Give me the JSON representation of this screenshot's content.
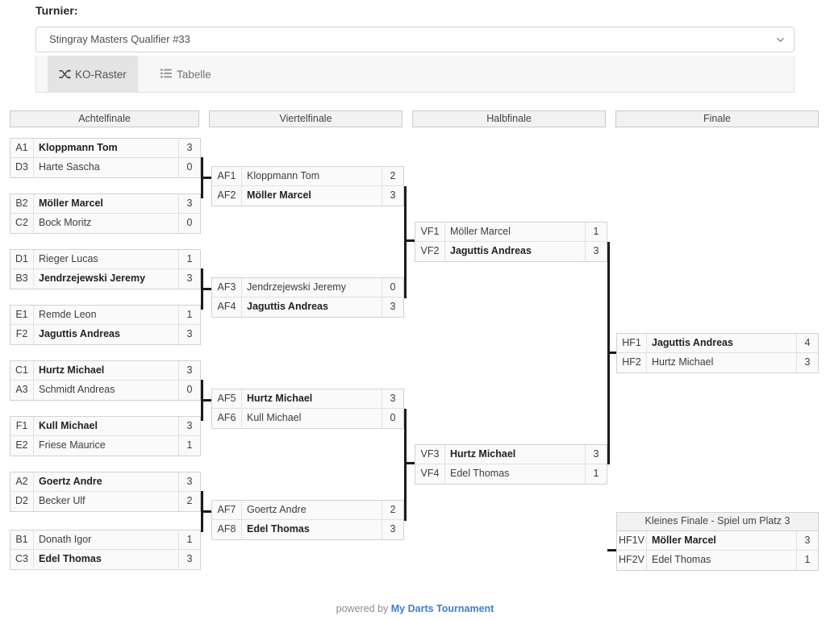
{
  "header": {
    "label": "Turnier:",
    "selected_tournament": "Stingray Masters Qualifier #33",
    "caret_icon": "chevron-down-icon"
  },
  "tabs": [
    {
      "label": "KO-Raster",
      "icon": "shuffle-icon",
      "active": true
    },
    {
      "label": "Tabelle",
      "icon": "list-icon",
      "active": false
    }
  ],
  "rounds": [
    {
      "title": "Achtelfinale"
    },
    {
      "title": "Viertelfinale"
    },
    {
      "title": "Halbfinale"
    },
    {
      "title": "Finale"
    }
  ],
  "third_place": {
    "caption": "Kleines Finale - Spiel um Platz 3"
  },
  "bracket_data": {
    "round_of_16": [
      {
        "top": {
          "seed": "A1",
          "name": "Kloppmann Tom",
          "score": "3",
          "winner": true
        },
        "bottom": {
          "seed": "D3",
          "name": "Harte Sascha",
          "score": "0",
          "winner": false
        }
      },
      {
        "top": {
          "seed": "B2",
          "name": "Möller Marcel",
          "score": "3",
          "winner": true
        },
        "bottom": {
          "seed": "C2",
          "name": "Bock Moritz",
          "score": "0",
          "winner": false
        }
      },
      {
        "top": {
          "seed": "D1",
          "name": "Rieger Lucas",
          "score": "1",
          "winner": false
        },
        "bottom": {
          "seed": "B3",
          "name": "Jendrzejewski Jeremy",
          "score": "3",
          "winner": true
        }
      },
      {
        "top": {
          "seed": "E1",
          "name": "Remde Leon",
          "score": "1",
          "winner": false
        },
        "bottom": {
          "seed": "F2",
          "name": "Jaguttis Andreas",
          "score": "3",
          "winner": true
        }
      },
      {
        "top": {
          "seed": "C1",
          "name": "Hurtz Michael",
          "score": "3",
          "winner": true
        },
        "bottom": {
          "seed": "A3",
          "name": "Schmidt Andreas",
          "score": "0",
          "winner": false
        }
      },
      {
        "top": {
          "seed": "F1",
          "name": "Kull Michael",
          "score": "3",
          "winner": true
        },
        "bottom": {
          "seed": "E2",
          "name": "Friese Maurice",
          "score": "1",
          "winner": false
        }
      },
      {
        "top": {
          "seed": "A2",
          "name": "Goertz Andre",
          "score": "3",
          "winner": true
        },
        "bottom": {
          "seed": "D2",
          "name": "Becker Ulf",
          "score": "2",
          "winner": false
        }
      },
      {
        "top": {
          "seed": "B1",
          "name": "Donath Igor",
          "score": "1",
          "winner": false
        },
        "bottom": {
          "seed": "C3",
          "name": "Edel Thomas",
          "score": "3",
          "winner": true
        }
      }
    ],
    "quarter_finals": [
      {
        "top": {
          "seed": "AF1",
          "name": "Kloppmann Tom",
          "score": "2",
          "winner": false
        },
        "bottom": {
          "seed": "AF2",
          "name": "Möller Marcel",
          "score": "3",
          "winner": true
        }
      },
      {
        "top": {
          "seed": "AF3",
          "name": "Jendrzejewski Jeremy",
          "score": "0",
          "winner": false
        },
        "bottom": {
          "seed": "AF4",
          "name": "Jaguttis Andreas",
          "score": "3",
          "winner": true
        }
      },
      {
        "top": {
          "seed": "AF5",
          "name": "Hurtz Michael",
          "score": "3",
          "winner": true
        },
        "bottom": {
          "seed": "AF6",
          "name": "Kull Michael",
          "score": "0",
          "winner": false
        }
      },
      {
        "top": {
          "seed": "AF7",
          "name": "Goertz Andre",
          "score": "2",
          "winner": false
        },
        "bottom": {
          "seed": "AF8",
          "name": "Edel Thomas",
          "score": "3",
          "winner": true
        }
      }
    ],
    "semi_finals": [
      {
        "top": {
          "seed": "VF1",
          "name": "Möller Marcel",
          "score": "1",
          "winner": false
        },
        "bottom": {
          "seed": "VF2",
          "name": "Jaguttis Andreas",
          "score": "3",
          "winner": true
        }
      },
      {
        "top": {
          "seed": "VF3",
          "name": "Hurtz Michael",
          "score": "3",
          "winner": true
        },
        "bottom": {
          "seed": "VF4",
          "name": "Edel Thomas",
          "score": "1",
          "winner": false
        }
      }
    ],
    "final": [
      {
        "top": {
          "seed": "HF1",
          "name": "Jaguttis Andreas",
          "score": "4",
          "winner": true
        },
        "bottom": {
          "seed": "HF2",
          "name": "Hurtz Michael",
          "score": "3",
          "winner": false
        }
      }
    ],
    "third_place_match": [
      {
        "top": {
          "seed": "HF1V",
          "name": "Möller Marcel",
          "score": "3",
          "winner": true
        },
        "bottom": {
          "seed": "HF2V",
          "name": "Edel Thomas",
          "score": "1",
          "winner": false
        }
      }
    ]
  },
  "footer": {
    "prefix": "powered by ",
    "brand": "My Darts Tournament"
  },
  "colors": {
    "link": "#3d7fd1",
    "header_bg": "#f2f2f2",
    "row_bg": "#fafafa",
    "border": "#d2d2d2",
    "connector": "#1b1b1b"
  }
}
